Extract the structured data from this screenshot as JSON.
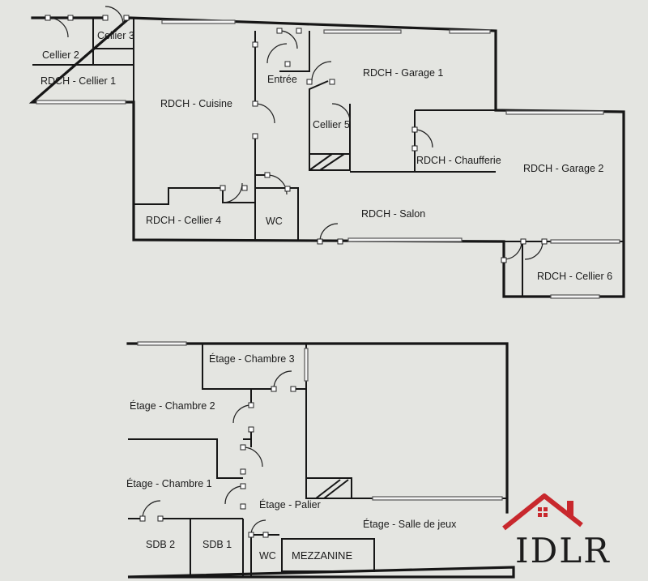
{
  "ground_floor": {
    "rooms": {
      "cellier2": "Cellier 2",
      "cellier3": "Cellier 3",
      "cellier1": "RDCH - Cellier 1",
      "cuisine": "RDCH - Cuisine",
      "entree": "Entrée",
      "garage1": "RDCH - Garage 1",
      "cellier5": "Cellier 5",
      "chaufferie": "RDCH - Chaufferie",
      "garage2": "RDCH - Garage 2",
      "cellier4": "RDCH - Cellier 4",
      "wc": "WC",
      "salon": "RDCH - Salon",
      "cellier6": "RDCH - Cellier 6"
    }
  },
  "upper_floor": {
    "rooms": {
      "chambre3": "Étage - Chambre 3",
      "chambre2": "Étage - Chambre 2",
      "chambre1": "Étage - Chambre 1",
      "palier": "Étage - Palier",
      "salle_jeux": "Étage - Salle de jeux",
      "sdb2": "SDB 2",
      "sdb1": "SDB 1",
      "wc": "WC",
      "mezzanine": "MEZZANINE"
    }
  },
  "logo": {
    "text": "IDLR",
    "color": "#c8282d"
  }
}
